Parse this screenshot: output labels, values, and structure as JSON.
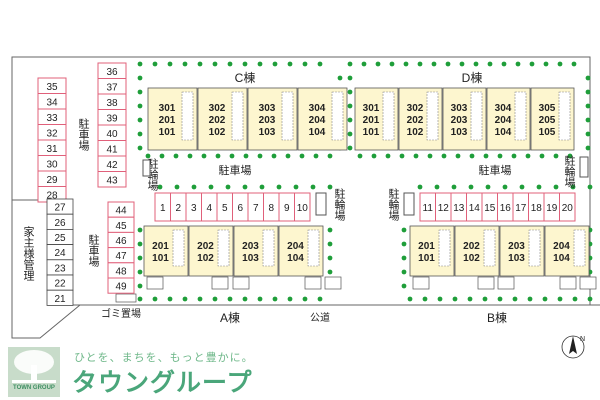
{
  "buildings": {
    "a": "A棟",
    "b": "B棟",
    "c": "C棟",
    "d": "D棟"
  },
  "units": {
    "c": [
      [
        "301",
        "201",
        "101"
      ],
      [
        "302",
        "202",
        "102"
      ],
      [
        "303",
        "203",
        "103"
      ],
      [
        "304",
        "204",
        "104"
      ]
    ],
    "d": [
      [
        "301",
        "201",
        "101"
      ],
      [
        "302",
        "202",
        "102"
      ],
      [
        "303",
        "203",
        "103"
      ],
      [
        "304",
        "204",
        "104"
      ],
      [
        "305",
        "205",
        "105"
      ]
    ],
    "a": [
      [
        "201",
        "101"
      ],
      [
        "202",
        "102"
      ],
      [
        "203",
        "103"
      ],
      [
        "204",
        "104"
      ]
    ],
    "b": [
      [
        "201",
        "101"
      ],
      [
        "202",
        "102"
      ],
      [
        "203",
        "103"
      ],
      [
        "204",
        "104"
      ]
    ]
  },
  "parking": {
    "left_column": [
      "35",
      "34",
      "33",
      "32",
      "31",
      "30",
      "29",
      "28"
    ],
    "top_column": [
      "36",
      "37",
      "38",
      "39",
      "40",
      "41",
      "42",
      "43"
    ],
    "mid_column": [
      "44",
      "45",
      "46",
      "47",
      "48",
      "49"
    ],
    "owner_column": [
      "27",
      "26",
      "25",
      "24",
      "23",
      "22",
      "21"
    ],
    "a_row": [
      "1",
      "2",
      "3",
      "4",
      "5",
      "6",
      "7",
      "8",
      "9",
      "10"
    ],
    "b_row": [
      "11",
      "12",
      "13",
      "14",
      "15",
      "16",
      "17",
      "18",
      "19",
      "20"
    ]
  },
  "labels": {
    "parking": "駐車場",
    "bike_parking": "駐輪場",
    "owner_parking": "家主様管理",
    "garbage": "ゴミ置場",
    "public_road": "公道",
    "north": "N"
  },
  "logo": {
    "tagline": "ひとを、まちを、もっと豊かに。",
    "name": "タウングループ",
    "sub": "TOWN GROUP"
  },
  "colors": {
    "parking_outline": "#e0607a",
    "unit_fill": "#fdf6cf",
    "tree": "#1f9e3a",
    "brand": "#4aa67a"
  }
}
